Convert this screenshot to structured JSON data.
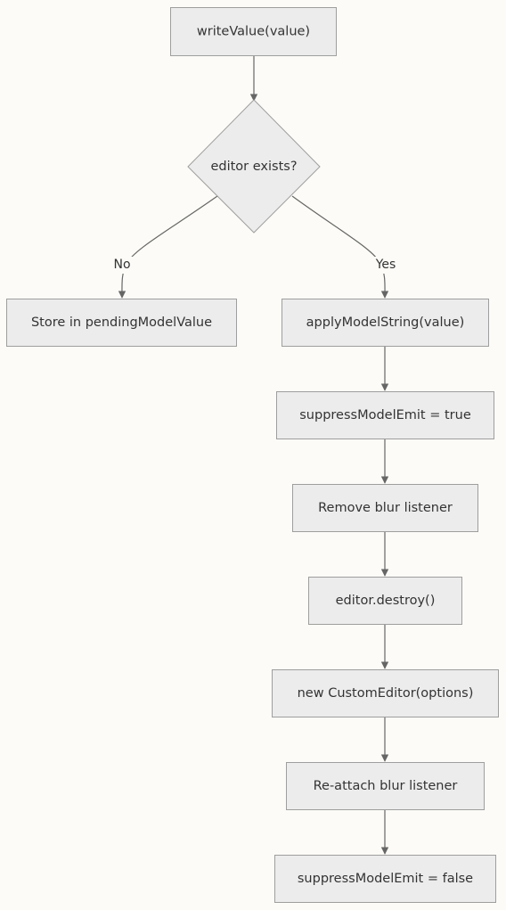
{
  "nodes": {
    "write_value": "writeValue(value)",
    "editor_exists": "editor exists?",
    "store_pending": "Store in pendingModelValue",
    "apply_model": "applyModelString(value)",
    "suppress_true": "suppressModelEmit = true",
    "remove_blur": "Remove blur listener",
    "destroy": "editor.destroy()",
    "new_editor": "new CustomEditor(options)",
    "reattach_blur": "Re-attach blur listener",
    "suppress_false": "suppressModelEmit = false"
  },
  "edges": {
    "no_label": "No",
    "yes_label": "Yes"
  }
}
